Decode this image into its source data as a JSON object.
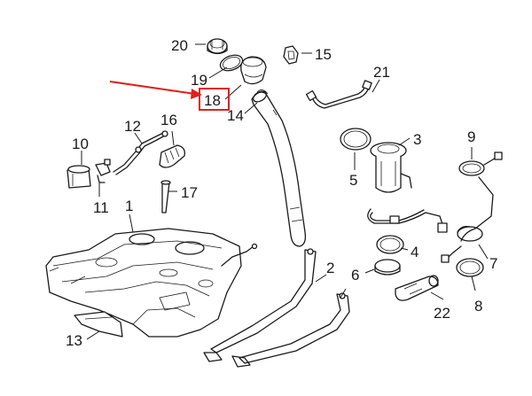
{
  "diagram": {
    "highlight_color": "#e0201b",
    "line_color": "#1a1a1a",
    "background": "#ffffff",
    "highlighted_callout": "18",
    "callouts": {
      "c1": "1",
      "c2": "2",
      "c3": "3",
      "c4": "4",
      "c5": "5",
      "c6": "6",
      "c7": "7",
      "c8": "8",
      "c9": "9",
      "c10": "10",
      "c11": "11",
      "c12": "12",
      "c13": "13",
      "c14": "14",
      "c15": "15",
      "c16": "16",
      "c17": "17",
      "c18": "18",
      "c19": "19",
      "c20": "20",
      "c21": "21",
      "c22": "22"
    }
  }
}
